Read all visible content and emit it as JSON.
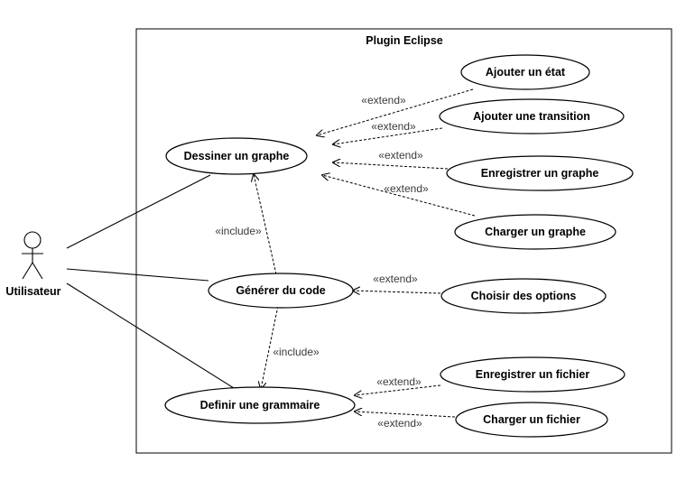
{
  "system": {
    "title": "Plugin Eclipse"
  },
  "actor": {
    "name": "Utilisateur",
    "icon": "stick-figure-icon"
  },
  "use_cases": {
    "dessiner": "Dessiner un graphe",
    "generer": "Générer du code",
    "definir": "Definir une grammaire",
    "ajouter_etat": "Ajouter un état",
    "ajouter_transition": "Ajouter une transition",
    "enregistrer_graphe": "Enregistrer un graphe",
    "charger_graphe": "Charger un graphe",
    "choisir_options": "Choisir des options",
    "enregistrer_fichier": "Enregistrer un fichier",
    "charger_fichier": "Charger un fichier"
  },
  "stereotypes": {
    "extend": "«extend»",
    "include": "«include»"
  },
  "colors": {
    "line": "#000000",
    "stereotype_text": "#3a3a3a",
    "background": "#ffffff"
  }
}
